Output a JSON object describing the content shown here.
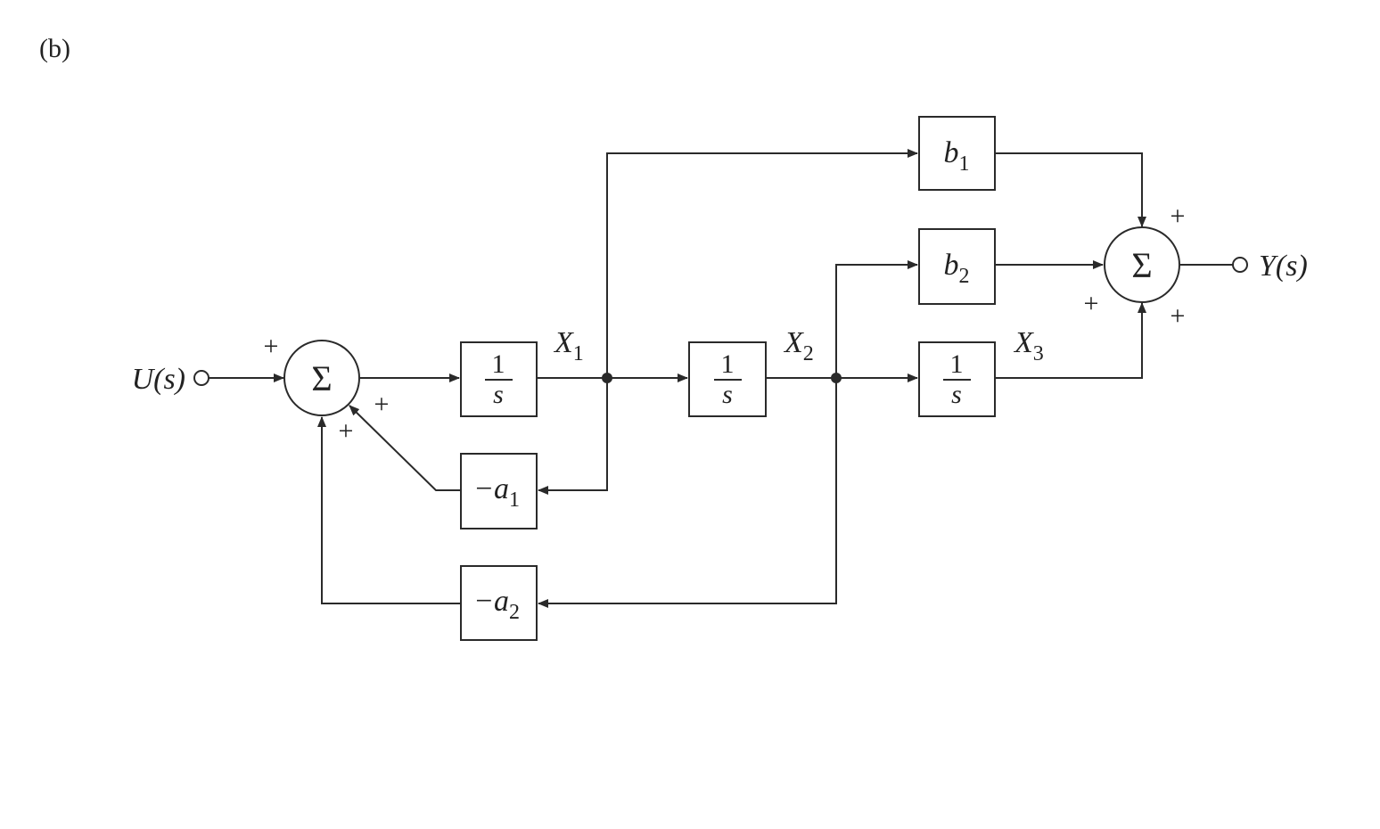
{
  "panel_label": "(b)",
  "signals": {
    "input": "U(s)",
    "output": "Y(s)",
    "x1": {
      "base": "X",
      "sub": "1"
    },
    "x2": {
      "base": "X",
      "sub": "2"
    },
    "x3": {
      "base": "X",
      "sub": "3"
    }
  },
  "summers": {
    "symbol": "Σ",
    "input_sign": "+"
  },
  "blocks": {
    "integrator_numerator": "1",
    "integrator_denominator": "s",
    "b1": {
      "base": "b",
      "sub": "1"
    },
    "b2": {
      "base": "b",
      "sub": "2"
    },
    "neg_a1": {
      "base": "−a",
      "sub": "1"
    },
    "neg_a2": {
      "base": "−a",
      "sub": "2"
    }
  },
  "colors": {
    "ink": "#2a2a2a",
    "background": "#ffffff"
  }
}
